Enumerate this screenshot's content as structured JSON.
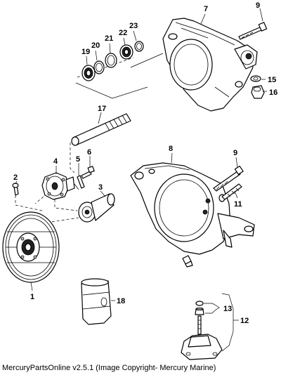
{
  "diagram": {
    "callouts": {
      "c1": "1",
      "c2": "2",
      "c3": "3",
      "c4": "4",
      "c5": "5",
      "c6": "6",
      "c7": "7",
      "c8": "8",
      "c9a": "9",
      "c9b": "9",
      "c11": "11",
      "c12": "12",
      "c13": "13",
      "c15": "15",
      "c16": "16",
      "c17": "17",
      "c18": "18",
      "c19": "19",
      "c20": "20",
      "c21": "21",
      "c22": "22",
      "c23": "23"
    }
  },
  "footer": {
    "caption": "MercuryPartsOnline v2.5.1 (Image Copyright- Mercury Marine)"
  }
}
